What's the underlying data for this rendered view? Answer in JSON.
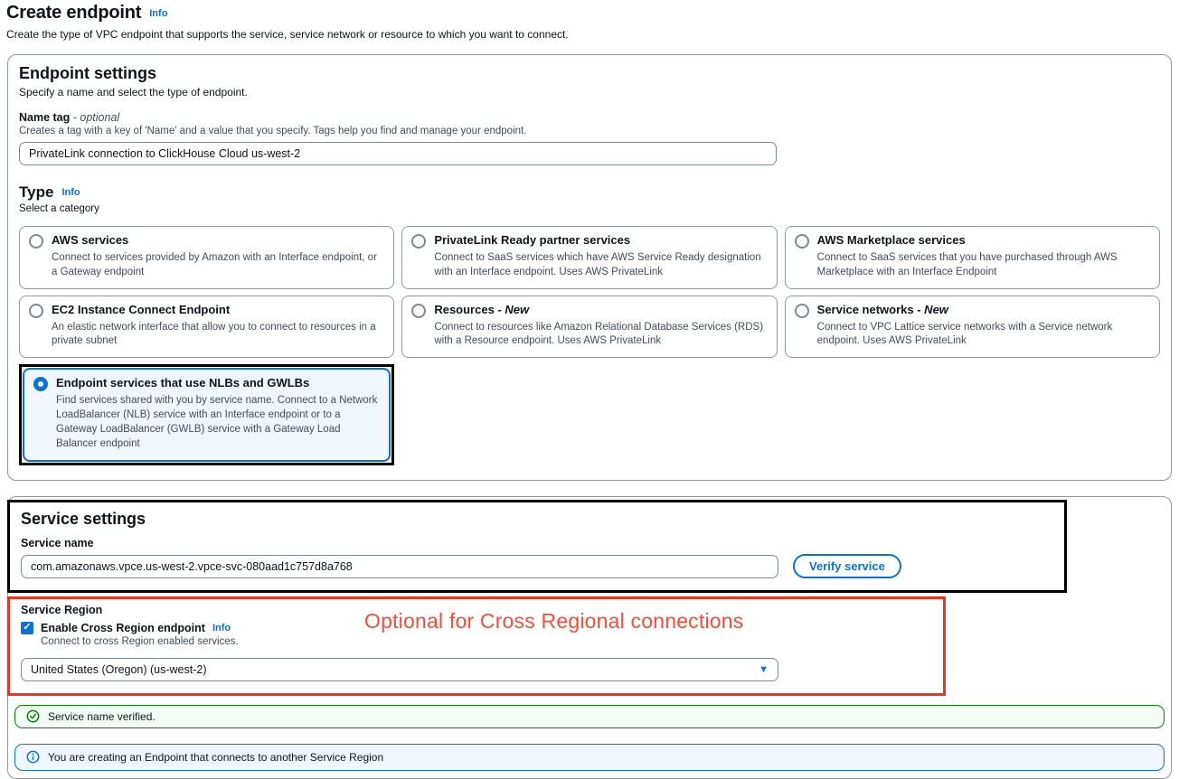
{
  "page": {
    "title": "Create endpoint",
    "info_label": "Info",
    "description": "Create the type of VPC endpoint that supports the service, service network or resource to which you want to connect."
  },
  "endpoint_settings": {
    "title": "Endpoint settings",
    "description": "Specify a name and select the type of endpoint.",
    "name_tag": {
      "label": "Name tag",
      "optional_label": "- optional",
      "help": "Creates a tag with a key of 'Name' and a value that you specify. Tags help you find and manage your endpoint.",
      "value": "PrivateLink connection to ClickHouse Cloud us-west-2"
    },
    "type": {
      "label": "Type",
      "info_label": "Info",
      "sublabel": "Select a category",
      "options": [
        {
          "title": "AWS services",
          "suffix": "",
          "description": "Connect to services provided by Amazon with an Interface endpoint, or a Gateway endpoint",
          "selected": false
        },
        {
          "title": "PrivateLink Ready partner services",
          "suffix": "",
          "description": "Connect to SaaS services which have AWS Service Ready designation with an Interface endpoint. Uses AWS PrivateLink",
          "selected": false
        },
        {
          "title": "AWS Marketplace services",
          "suffix": "",
          "description": "Connect to SaaS services that you have purchased through AWS Marketplace with an Interface Endpoint",
          "selected": false
        },
        {
          "title": "EC2 Instance Connect Endpoint",
          "suffix": "",
          "description": "An elastic network interface that allow you to connect to resources in a private subnet",
          "selected": false
        },
        {
          "title": "Resources",
          "suffix": "- New",
          "description": "Connect to resources like Amazon Relational Database Services (RDS) with a Resource endpoint. Uses AWS PrivateLink",
          "selected": false
        },
        {
          "title": "Service networks",
          "suffix": "- New",
          "description": "Connect to VPC Lattice service networks with a Service network endpoint. Uses AWS PrivateLink",
          "selected": false
        },
        {
          "title": "Endpoint services that use NLBs and GWLBs",
          "suffix": "",
          "description": "Find services shared with you by service name. Connect to a Network LoadBalancer (NLB) service with an Interface endpoint or to a Gateway LoadBalancer (GWLB) service with a Gateway Load Balancer endpoint",
          "selected": true
        }
      ]
    }
  },
  "service_settings": {
    "title": "Service settings",
    "service_name": {
      "label": "Service name",
      "value": "com.amazonaws.vpce.us-west-2.vpce-svc-080aad1c757d8a768",
      "verify_button_label": "Verify service"
    },
    "service_region": {
      "label": "Service Region",
      "checkbox_label": "Enable Cross Region endpoint",
      "info_label": "Info",
      "checkbox_checked": true,
      "checkbox_glyph": "✓",
      "help": "Connect to cross Region enabled services.",
      "selected_region": "United States (Oregon) (us-west-2)",
      "chevron_glyph": "▼"
    },
    "red_annotation": "Optional for Cross Regional connections",
    "success_banner": "Service name verified.",
    "info_banner": "You are creating an Endpoint that connects to another Service Region"
  },
  "colors": {
    "accent_blue": "#0972d3",
    "selected_option_bg": "#f0f7ff",
    "annotation_black": "#000000",
    "annotation_red_border": "#ec3422",
    "annotation_red_text": "#fb4a37",
    "success_green": "#067a0c",
    "success_bg": "#f4fdf5",
    "info_blue_bg": "#f0f7ff",
    "container_border": "#8d99a8"
  }
}
